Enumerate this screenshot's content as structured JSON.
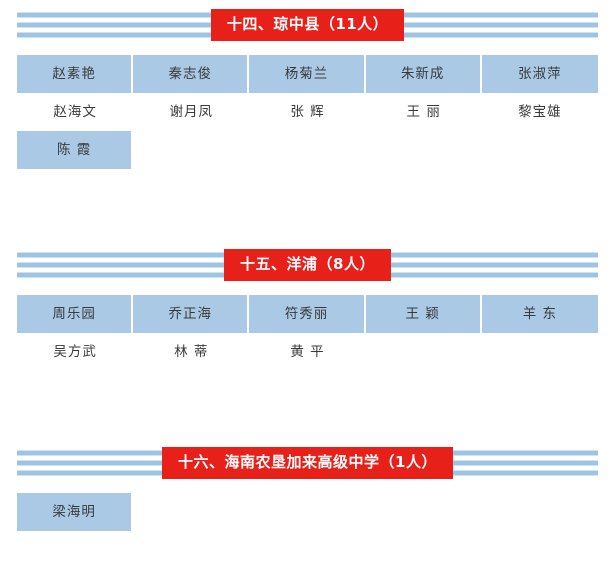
{
  "colors": {
    "banner_red": "#e8201a",
    "cell_blue": "#a9c9e5",
    "stripe_blue": "#9ec4e3",
    "text_dark": "#3a3a3a"
  },
  "sections": [
    {
      "id": "qiongzhong",
      "title": "十四、琼中县（11人）",
      "count_label": "11人",
      "rows": [
        [
          {
            "name": "赵素艳",
            "style": "filled"
          },
          {
            "name": "秦志俊",
            "style": "filled"
          },
          {
            "name": "杨菊兰",
            "style": "filled"
          },
          {
            "name": "朱新成",
            "style": "filled"
          },
          {
            "name": "张淑萍",
            "style": "filled"
          }
        ],
        [
          {
            "name": "赵海文",
            "style": "plain"
          },
          {
            "name": "谢月凤",
            "style": "plain"
          },
          {
            "name": "张 辉",
            "style": "plain"
          },
          {
            "name": "王 丽",
            "style": "plain"
          },
          {
            "name": "黎宝雄",
            "style": "plain"
          }
        ],
        [
          {
            "name": "陈 霞",
            "style": "filled"
          },
          {
            "name": "",
            "style": "empty"
          },
          {
            "name": "",
            "style": "empty"
          },
          {
            "name": "",
            "style": "empty"
          },
          {
            "name": "",
            "style": "empty"
          }
        ]
      ]
    },
    {
      "id": "yangpu",
      "title": "十五、洋浦（8人）",
      "count_label": "8人",
      "rows": [
        [
          {
            "name": "周乐园",
            "style": "filled"
          },
          {
            "name": "乔正海",
            "style": "filled"
          },
          {
            "name": "符秀丽",
            "style": "filled"
          },
          {
            "name": "王 颖",
            "style": "filled"
          },
          {
            "name": "羊 东",
            "style": "filled"
          }
        ],
        [
          {
            "name": "吴方武",
            "style": "plain"
          },
          {
            "name": "林 蒂",
            "style": "plain"
          },
          {
            "name": "黄 平",
            "style": "plain"
          },
          {
            "name": "",
            "style": "empty"
          },
          {
            "name": "",
            "style": "empty"
          }
        ]
      ]
    },
    {
      "id": "jialai",
      "title": "十六、海南农垦加来高级中学（1人）",
      "count_label": "1人",
      "rows": [
        [
          {
            "name": "梁海明",
            "style": "filled"
          },
          {
            "name": "",
            "style": "empty"
          },
          {
            "name": "",
            "style": "empty"
          },
          {
            "name": "",
            "style": "empty"
          },
          {
            "name": "",
            "style": "empty"
          }
        ]
      ]
    }
  ]
}
